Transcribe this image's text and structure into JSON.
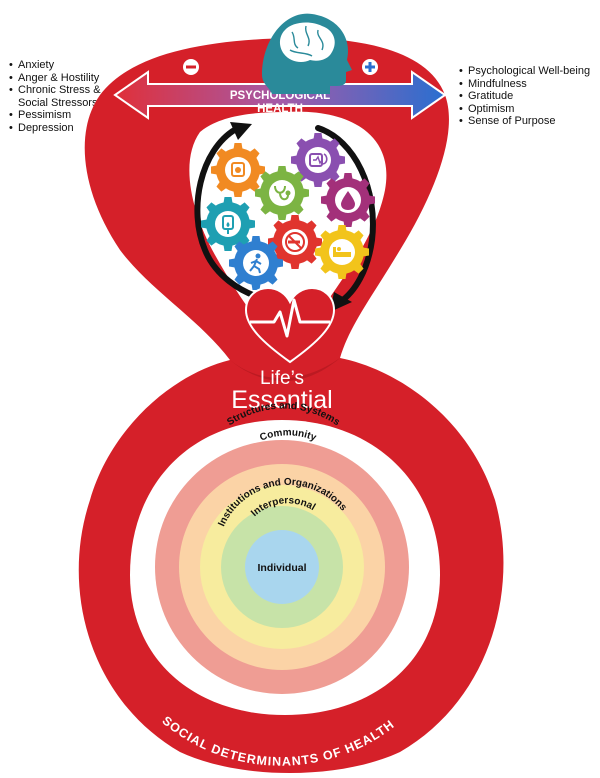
{
  "negative_factors": [
    "Anxiety",
    "Anger & Hostility",
    "Chronic Stress & Social Stressors",
    "Pessimism",
    "Depression"
  ],
  "positive_factors": [
    "Psychological Well-being",
    "Mindfulness",
    "Gratitude",
    "Optimism",
    "Sense of Purpose"
  ],
  "arrow": {
    "line1": "PSYCHOLOGICAL",
    "line2": "HEALTH",
    "minus": "−",
    "plus": "+"
  },
  "center": {
    "line1": "Life’s",
    "line2": "Essential"
  },
  "rings": {
    "outer": "Structures and Systems",
    "ring2": "Community",
    "ring3": "Institutions and Organizations",
    "ring4": "Interpersonal",
    "core": "Individual"
  },
  "bottom_label": "SOCIAL DETERMINANTS OF HEALTH",
  "colors": {
    "red": "#d5202a",
    "dark_red": "#a8151d",
    "teal": "#2a8a9a",
    "arrow_left": "#e0303a",
    "arrow_right": "#2a6fd0",
    "gear_orange": "#f18a22",
    "gear_purple": "#8a4fb0",
    "gear_green": "#7cb443",
    "gear_magenta": "#a3307a",
    "gear_teal": "#1e9fb2",
    "gear_red": "#e0342e",
    "gear_blue": "#2f7fd0",
    "gear_yellow": "#f2c41b"
  },
  "icons": [
    "head-brain-icon",
    "heart-ecg-icon",
    "minus-icon",
    "plus-icon",
    "scale-icon",
    "heart-monitor-icon",
    "stethoscope-icon",
    "blood-drop-icon",
    "blood-bag-icon",
    "no-smoking-icon",
    "running-person-icon",
    "sleep-icon"
  ]
}
